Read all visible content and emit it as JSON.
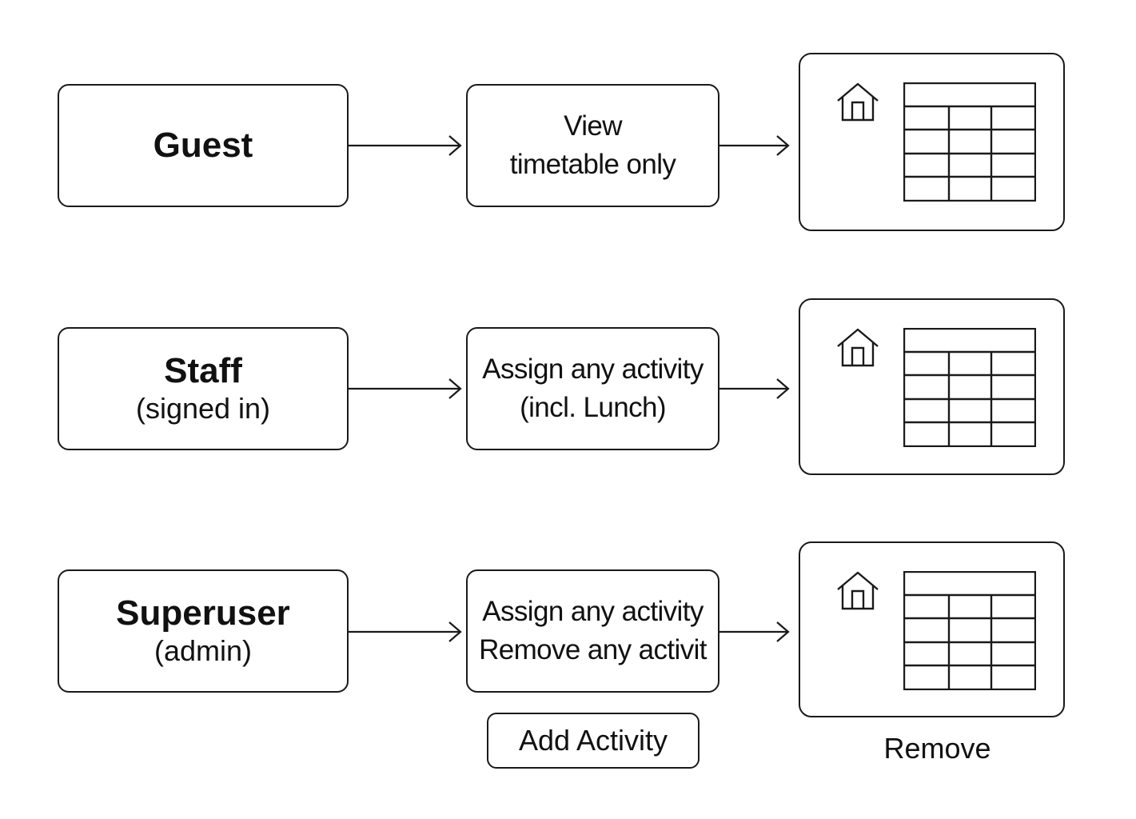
{
  "rows": [
    {
      "role": {
        "title": "Guest",
        "subtitle": ""
      },
      "permission": {
        "lines": [
          "View",
          "timetable only"
        ]
      }
    },
    {
      "role": {
        "title": "Staff",
        "subtitle": "(signed in)"
      },
      "permission": {
        "lines": [
          "Assign any activity",
          "(incl. Lunch)"
        ]
      }
    },
    {
      "role": {
        "title": "Superuser",
        "subtitle": "(admin)"
      },
      "permission": {
        "lines": [
          "Assign any activity",
          "Remove any activit"
        ]
      }
    }
  ],
  "screen_icons": [
    "home-icon",
    "timetable-grid-icon"
  ],
  "actions": {
    "add_activity_label": "Add Activity",
    "remove_label": "Remove"
  }
}
